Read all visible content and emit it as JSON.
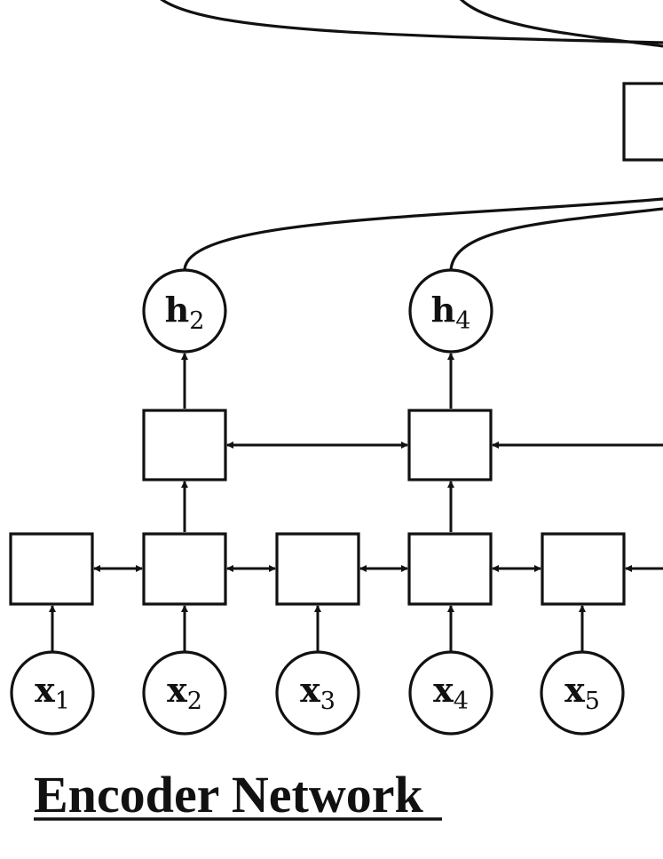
{
  "diagram": {
    "title": "Encoder Network",
    "inputs": [
      {
        "base": "x",
        "sub": "1"
      },
      {
        "base": "x",
        "sub": "2"
      },
      {
        "base": "x",
        "sub": "3"
      },
      {
        "base": "x",
        "sub": "4"
      },
      {
        "base": "x",
        "sub": "5"
      }
    ],
    "outputs": [
      {
        "base": "h",
        "sub": "2"
      },
      {
        "base": "h",
        "sub": "4"
      }
    ]
  }
}
